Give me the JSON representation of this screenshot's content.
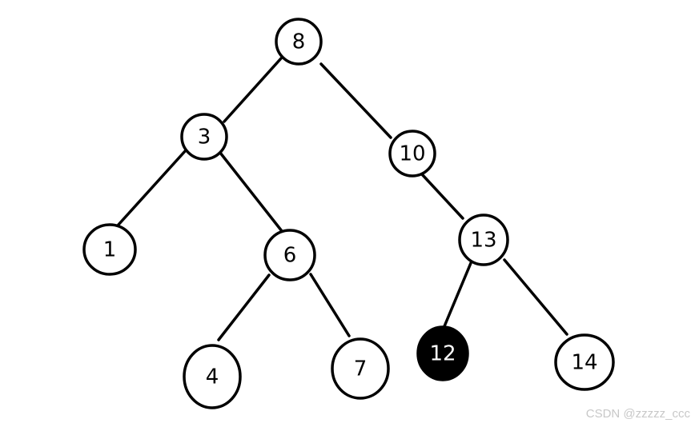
{
  "diagram": {
    "type": "binary-search-tree",
    "nodes": [
      {
        "id": "n8",
        "label": "8",
        "highlighted": false
      },
      {
        "id": "n3",
        "label": "3",
        "highlighted": false
      },
      {
        "id": "n10",
        "label": "10",
        "highlighted": false
      },
      {
        "id": "n1",
        "label": "1",
        "highlighted": false
      },
      {
        "id": "n6",
        "label": "6",
        "highlighted": false
      },
      {
        "id": "n13",
        "label": "13",
        "highlighted": false
      },
      {
        "id": "n4",
        "label": "4",
        "highlighted": false
      },
      {
        "id": "n7",
        "label": "7",
        "highlighted": false
      },
      {
        "id": "n12",
        "label": "12",
        "highlighted": true
      },
      {
        "id": "n14",
        "label": "14",
        "highlighted": false
      }
    ],
    "edges": [
      [
        "n8",
        "n3"
      ],
      [
        "n8",
        "n10"
      ],
      [
        "n3",
        "n1"
      ],
      [
        "n3",
        "n6"
      ],
      [
        "n10",
        "n13"
      ],
      [
        "n6",
        "n4"
      ],
      [
        "n6",
        "n7"
      ],
      [
        "n13",
        "n12"
      ],
      [
        "n13",
        "n14"
      ]
    ],
    "colors": {
      "stroke": "#000000",
      "background": "#ffffff",
      "highlight_fill": "#000000",
      "highlight_text": "#ffffff",
      "watermark": "#c8c8c8"
    }
  },
  "watermark": "CSDN @zzzzz_ccc"
}
